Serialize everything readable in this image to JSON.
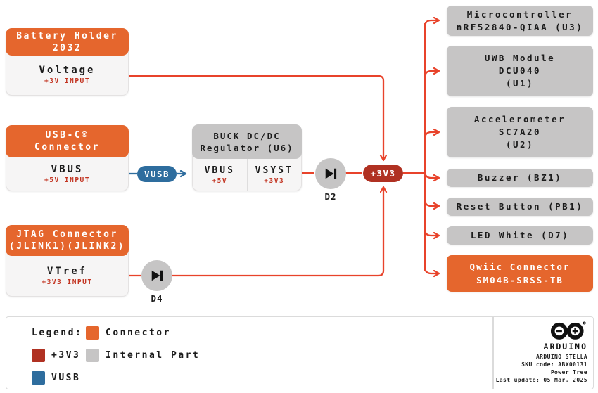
{
  "colors": {
    "connector_orange": "#E5662D",
    "internal_gray": "#C6C5C5",
    "v3v3_red": "#B03122",
    "vusb_blue": "#2E6D9E",
    "wire_red": "#E8432B",
    "note_red": "#C23320"
  },
  "sources": {
    "battery": {
      "title1": "Battery Holder",
      "title2": "2032",
      "signal": "Voltage",
      "note": "+3V INPUT"
    },
    "usb": {
      "title1": "USB-C®",
      "title2": "Connector",
      "signal": "VBUS",
      "note": "+5V INPUT"
    },
    "jtag": {
      "title1": "JTAG Connector",
      "title2": "(JLINK1)(JLINK2)",
      "signal": "VTref",
      "note": "+3V3 INPUT"
    }
  },
  "regulator": {
    "title1": "BUCK DC/DC",
    "title2": "Regulator (U6)",
    "left_signal": "VBUS",
    "left_note": "+5V",
    "right_signal": "VSYST",
    "right_note": "+3V3"
  },
  "nodes": {
    "vusb": "VUSB",
    "v3v3": "+3V3"
  },
  "diodes": {
    "d2": "D2",
    "d4": "D4"
  },
  "loads": [
    {
      "line1": "Microcontroller",
      "line2": "nRF52840-QIAA (U3)"
    },
    {
      "line1": "UWB Module",
      "line2": "DCU040",
      "line3": "(U1)"
    },
    {
      "line1": "Accelerometer",
      "line2": "SC7A20",
      "line3": "(U2)"
    },
    {
      "line1": "Buzzer (BZ1)"
    },
    {
      "line1": "Reset Button (PB1)"
    },
    {
      "line1": "LED White (D7)"
    },
    {
      "line1": "Qwiic Connector",
      "line2": "SM04B-SRSS-TB"
    }
  ],
  "legend": {
    "title": "Legend:",
    "items": [
      {
        "label": "Connector",
        "color": "#E5662D"
      },
      {
        "label": "+3V3",
        "color": "#B03122"
      },
      {
        "label": "VUSB",
        "color": "#2E6D9E"
      },
      {
        "label": "Internal Part",
        "color": "#C6C5C5"
      }
    ]
  },
  "info": {
    "brand": "ARDUINO",
    "line1": "ARDUINO STELLA",
    "line2": "SKU code: ABX00131",
    "line3": "Power Tree",
    "line4": "Last update: 05 Mar, 2025"
  }
}
